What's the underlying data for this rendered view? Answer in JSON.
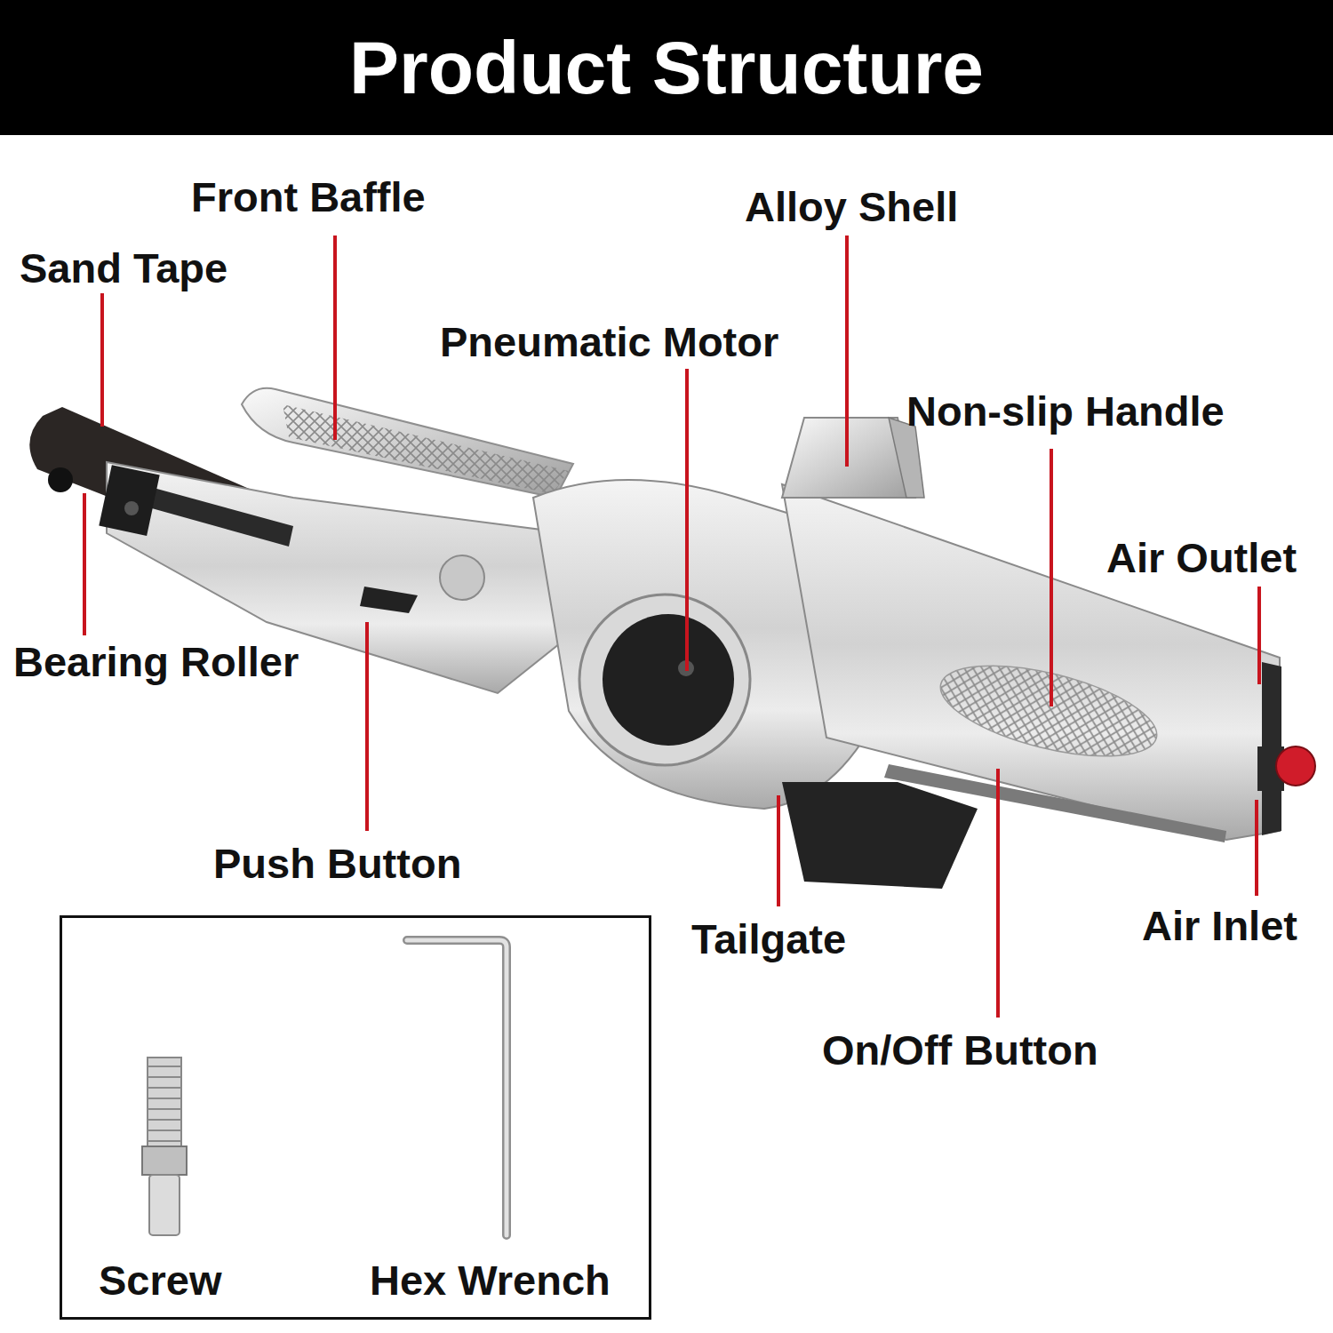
{
  "diagram": {
    "title": "Product Structure",
    "nodes": [
      {
        "text": [
          "Screw",
          "Hex Wrench"
        ]
      }
    ],
    "labels": [
      "Sand Tape",
      "Front Baffle",
      "Pneumatic Motor",
      "Alloy Shell",
      "Non-slip Handle",
      "Air Outlet",
      "Bearing Roller",
      "Push Button",
      "Tailgate",
      "Air Inlet",
      "On/Off Button"
    ]
  }
}
